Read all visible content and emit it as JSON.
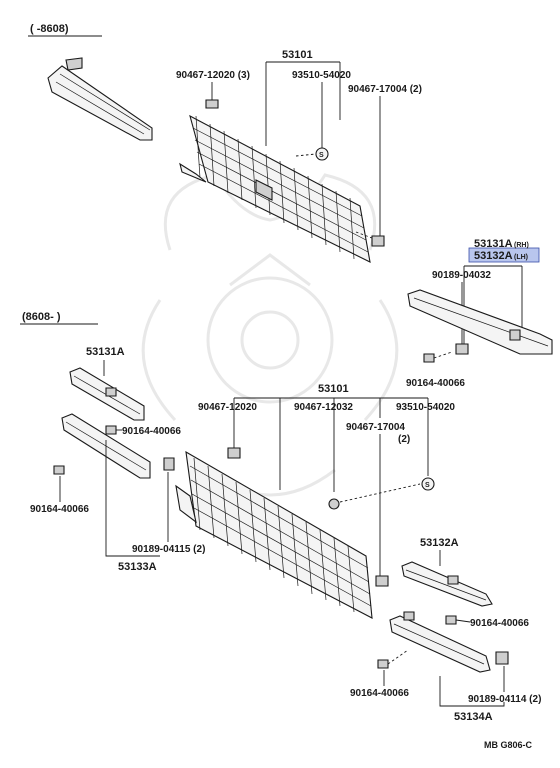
{
  "sections": {
    "early": {
      "header": "(      -8608)"
    },
    "late": {
      "header": "(8608-       )"
    }
  },
  "labels": {
    "top": {
      "grille": "53101",
      "screw_left": "90467-12020 (3)",
      "clip_center": "93510-54020",
      "screw_right": "90467-17004 (2)"
    },
    "molding": {
      "rh": "53131A",
      "rh_tag": "(RH)",
      "lh": "53132A",
      "lh_tag": "(LH)",
      "nut": "90189-04032",
      "bolt": "90164-40066"
    },
    "bottom": {
      "grille": "53101",
      "screw_a": "90467-12020",
      "screw_b": "90467-12032",
      "clip": "93510-54020",
      "screw_right": "90467-17004",
      "screw_right_qty": "(2)",
      "part_53131a": "53131A",
      "bolt_upper": "90164-40066",
      "bolt_left": "90164-40066",
      "nut_left": "90189-04115 (2)",
      "part_53133a": "53133A",
      "part_53132a": "53132A",
      "bolt_right": "90164-40066",
      "bolt_bottom": "90164-40066",
      "nut_right": "90189-04114 (2)",
      "part_53134a": "53134A"
    }
  },
  "footer": {
    "code": "MB  G806-C"
  },
  "colors": {
    "highlight": "#b9c6ee",
    "ink": "#1a1a1a"
  }
}
